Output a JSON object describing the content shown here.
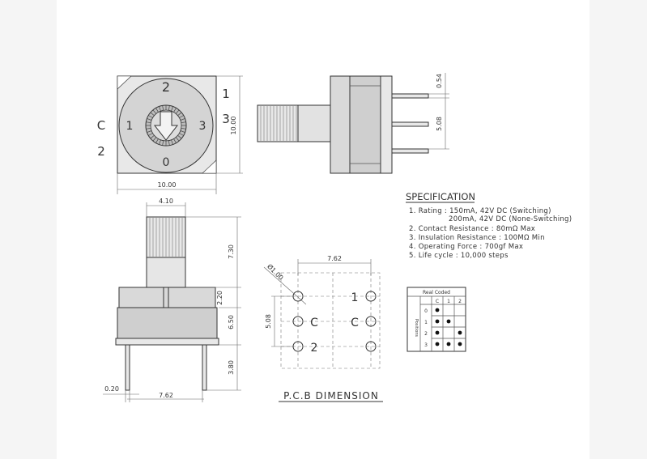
{
  "front_view": {
    "left_labels": [
      "C",
      "2"
    ],
    "right_labels": [
      "1",
      "3"
    ],
    "dial_labels": {
      "top": "2",
      "left": "1",
      "right": "3",
      "bottom": "0"
    },
    "width_dim": "10.00",
    "height_dim": "10.00"
  },
  "side_view": {
    "pin_thickness_dim": "0.54",
    "pin_pitch_dim": "5.08"
  },
  "elevation_view": {
    "shaft_width_dim": "4.10",
    "shaft_height_dim": "7.30",
    "collar_dim": "2.20",
    "body_dim": "6.50",
    "pin_length_dim": "3.80",
    "pin_width_dim": "0.20",
    "pin_span_dim": "7.62"
  },
  "pcb": {
    "title": "P.C.B  DIMENSION",
    "width_dim": "7.62",
    "height_dim": "5.08",
    "hole_dim": "Ø1.00",
    "pad_labels": [
      "1",
      "C",
      "C",
      "2"
    ]
  },
  "specification": {
    "heading": "SPECIFICATION",
    "lines": [
      "1. Rating : 150mA, 42V DC (Switching)",
      "200mA, 42V DC (None-Switching)",
      "2. Contact Resistance : 80mΩ Max",
      "3. Insulation Resistance : 100MΩ Min",
      "4. Operating Force : 700gf Max",
      "5. Life cycle : 10,000 steps"
    ]
  },
  "code_table": {
    "title": "Real Coded",
    "columns": [
      "C",
      "1",
      "2"
    ],
    "row_header": "Positions",
    "rows": [
      {
        "label": "0",
        "dots": [
          true,
          false,
          false
        ]
      },
      {
        "label": "1",
        "dots": [
          true,
          true,
          false
        ]
      },
      {
        "label": "2",
        "dots": [
          true,
          false,
          true
        ]
      },
      {
        "label": "3",
        "dots": [
          true,
          true,
          true
        ]
      }
    ]
  }
}
